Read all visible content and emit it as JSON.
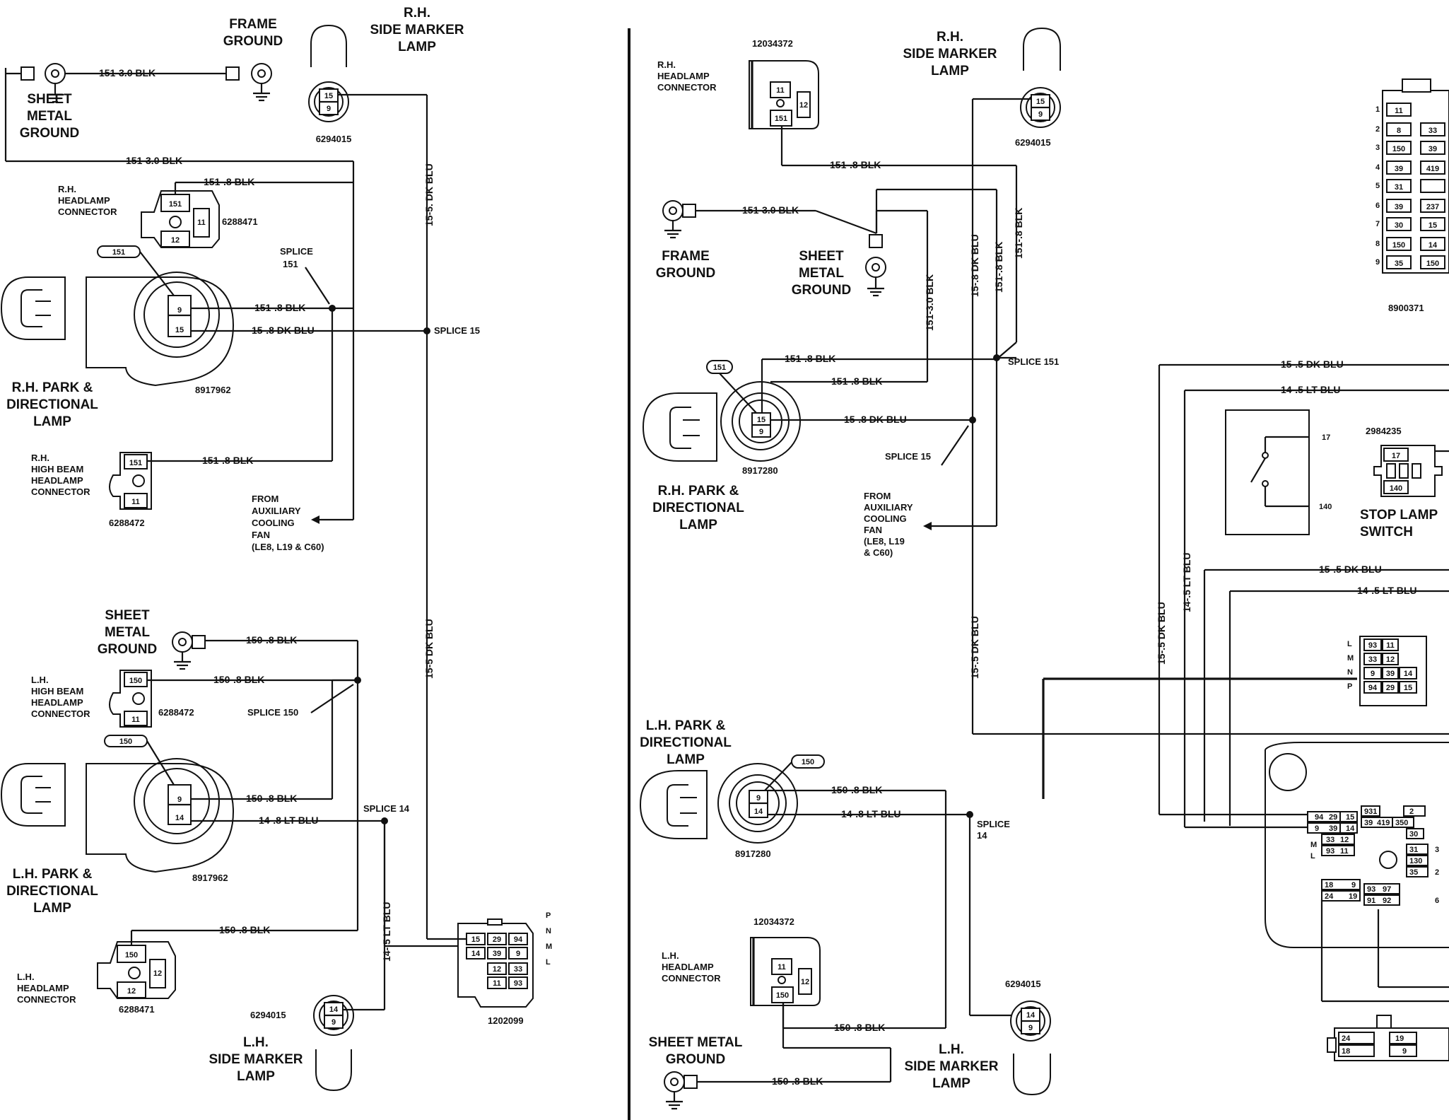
{
  "left": {
    "frame_ground": "FRAME GROUND",
    "rh_side_marker": "R.H. SIDE MARKER LAMP",
    "sheet_metal_ground_top": "SHEET METAL GROUND",
    "rh_headlamp_conn": "R.H. HEADLAMP CONNECTOR",
    "rh_park": "R.H. PARK & DIRECTIONAL LAMP",
    "rh_high_beam": "R.H. HIGH BEAM HEADLAMP CONNECTOR",
    "from_aux": "FROM AUXILIARY COOLING FAN (LE8, L19 & C60)",
    "sheet_metal_ground_mid": "SHEET METAL GROUND",
    "lh_high_beam": "L.H. HIGH BEAM HEADLAMP CONNECTOR",
    "lh_park": "L.H. PARK & DIRECTIONAL LAMP",
    "lh_headlamp_conn": "L.H. HEADLAMP CONNECTOR",
    "lh_side_marker": "L.H. SIDE MARKER LAMP",
    "splice_151": "SPLICE 151",
    "splice_15": "SPLICE 15",
    "splice_150": "SPLICE 150",
    "splice_14": "SPLICE 14",
    "part_6294015_a": "6294015",
    "part_6288471_a": "6288471",
    "part_8917962_a": "8917962",
    "part_6288472_a": "6288472",
    "part_6288472_b": "6288472",
    "part_8917962_b": "8917962",
    "part_6288471_b": "6288471",
    "part_6294015_b": "6294015",
    "part_1202099": "1202099",
    "w_151_30_a": "151-3.0 BLK",
    "w_151_30_b": "151-3.0 BLK",
    "w_151_8_a": "151-.8 BLK",
    "w_151_8_b": "151-.8 BLK",
    "w_151_8_c": "151-.8 BLK",
    "w_15_8": "15-.8 DK BLU",
    "w_15_5_v": "15-5. DK BLU",
    "w_15_5_v2": "15-5 DK BLU",
    "w_150_8_a": "150-.8 BLK",
    "w_150_8_b": "150-.8 BLK",
    "w_150_8_c": "150-.8 BLK",
    "w_150_8_d": "150-.8 BLK",
    "w_14_8": "14-.8 LT BLU",
    "w_14_5": "14-.5 LT BLU",
    "tag_151": "151",
    "tag_150": "150"
  },
  "right": {
    "part_12034372_a": "12034372",
    "rh_headlamp_conn": "R.H. HEADLAMP CONNECTOR",
    "rh_side_marker": "R.H. SIDE MARKER LAMP",
    "part_6294015_a": "6294015",
    "frame_ground": "FRAME GROUND",
    "sheet_metal_ground": "SHEET METAL GROUND",
    "rh_park": "R.H. PARK & DIRECTIONAL LAMP",
    "part_8917280_a": "8917280",
    "splice_151": "SPLICE 151",
    "splice_15": "SPLICE 15",
    "from_aux": "FROM AUXILIARY COOLING FAN (LE8, L19 & C60)",
    "lh_park": "L.H. PARK & DIRECTIONAL LAMP",
    "part_8917280_b": "8917280",
    "splice_14": "SPLICE 14",
    "part_12034372_b": "12034372",
    "lh_headlamp_conn": "L.H. HEADLAMP CONNECTOR",
    "part_6294015_b": "6294015",
    "sheet_metal_ground_bottom": "SHEET METAL GROUND",
    "lh_side_marker": "L.H. SIDE MARKER LAMP",
    "part_2984235": "2984235",
    "stop_lamp_switch": "STOP LAMP SWITCH",
    "part_8900371": "8900371",
    "w_151_8_a": "151-.8 BLK",
    "w_151_30": "151-3.0 BLK",
    "w_151_30_v": "151-3.0 BLK",
    "w_15_8_v": "15-.8 DK BLU",
    "w_151_8_v1": "151-.8 BLK",
    "w_151_8_v2": "151-.8 BLK",
    "w_151_8_b": "151-.8 BLK",
    "w_151_8_c": "151-.8 BLK",
    "w_15_8": "15-.8 DK BLU",
    "w_15_5_v": "15-.5 DK BLU",
    "w_150_8_a": "150-.8 BLK",
    "w_14_8": "14-.8 LT BLU",
    "w_150_8_b": "150-.8 BLK",
    "w_150_8_c": "150-.8 BLK",
    "w_15_5_h1": "15-.5 DK BLU",
    "w_14_5_h1": "14-.5 LT BLU",
    "w_15_5_h2": "15-.5 DK BLU",
    "w_14_5_h2": "14-.5 LT BLU",
    "w_15_5_v2": "15-.5 DK BLU",
    "w_14_5_v": "14-.5 LT BLU",
    "tag_151": "151",
    "tag_150": "150"
  }
}
